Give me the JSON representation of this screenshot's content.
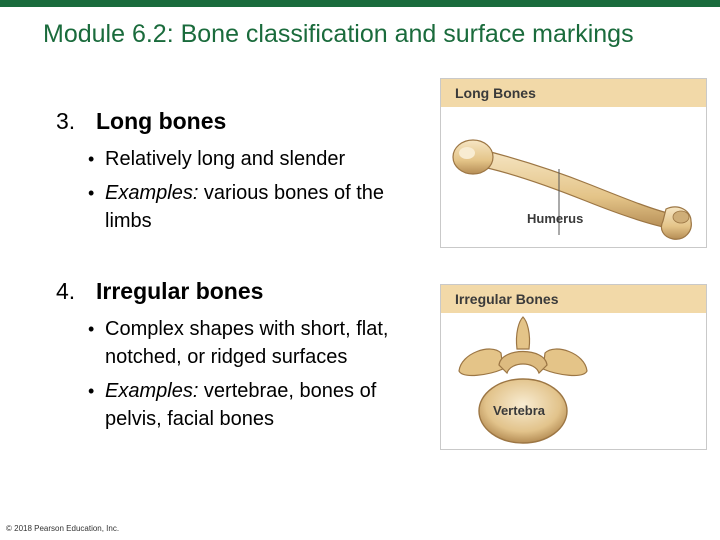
{
  "colors": {
    "accent": "#1a6b3c",
    "panel_header": "#f2d9a8",
    "bone": "#e9cf9c",
    "bone_shade": "#b58d55"
  },
  "slide": {
    "title": "Module 6.2: Bone classification and surface markings",
    "sections": [
      {
        "number": "3.",
        "heading": "Long bones",
        "bullets": [
          {
            "lead": "",
            "text": "Relatively long and slender"
          },
          {
            "lead": "Examples:",
            "text": " various bones of the limbs"
          }
        ]
      },
      {
        "number": "4.",
        "heading": "Irregular bones",
        "bullets": [
          {
            "lead": "",
            "text": "Complex shapes with short, flat, notched, or ridged surfaces"
          },
          {
            "lead": "Examples:",
            "text": " vertebrae, bones of pelvis, facial bones"
          }
        ]
      }
    ],
    "figures": [
      {
        "header": "Long Bones",
        "label": "Humerus",
        "icon": "humerus-icon"
      },
      {
        "header": "Irregular Bones",
        "label": "Vertebra",
        "icon": "vertebra-icon"
      }
    ],
    "copyright": "© 2018 Pearson Education, Inc."
  }
}
